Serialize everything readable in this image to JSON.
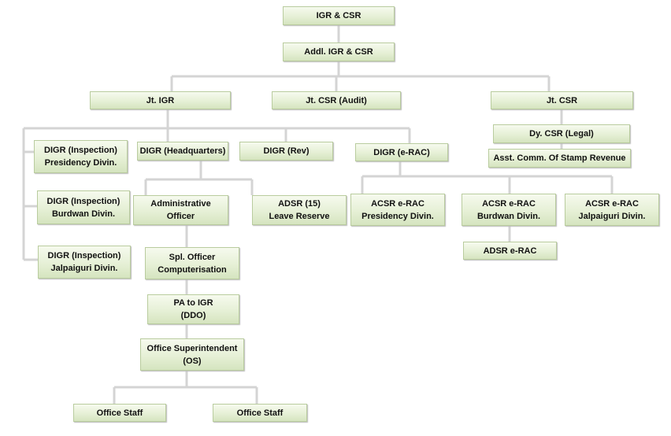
{
  "chart": {
    "nodes": {
      "igr_csr": "IGR & CSR",
      "addl_igr_csr": "Addl. IGR & CSR",
      "jt_igr": "Jt. IGR",
      "jt_csr_audit": "Jt. CSR (Audit)",
      "jt_csr": "Jt. CSR",
      "dy_csr_legal": "Dy. CSR (Legal)",
      "asst_comm_stamp": "Asst. Comm. Of Stamp Revenue",
      "digr_presidency": "DIGR (Inspection)\nPresidency Divin.",
      "digr_burdwan": "DIGR (Inspection)\nBurdwan Divin.",
      "digr_jalpaiguri": "DIGR (Inspection)\nJalpaiguri Divin.",
      "digr_hq": "DIGR (Headquarters)",
      "digr_rev": "DIGR (Rev)",
      "digr_erac": "DIGR (e-RAC)",
      "admin_officer": "Administrative\nOfficer",
      "adsr_leave": "ADSR (15)\nLeave Reserve",
      "spl_officer": "Spl. Officer\nComputerisation",
      "pa_igr": "PA to IGR\n(DDO)",
      "office_supt": "Office Superintendent\n(OS)",
      "office_staff_1": "Office Staff",
      "office_staff_2": "Office Staff",
      "acsr_presidency": "ACSR e-RAC\nPresidency Divin.",
      "acsr_burdwan": "ACSR e-RAC\nBurdwan Divin.",
      "acsr_jalpaiguri": "ACSR e-RAC\nJalpaiguri Divin.",
      "adsr_erac": "ADSR e-RAC"
    },
    "colors": {
      "box_fill": "#e6f0d6",
      "box_border": "#b9cc9e",
      "connector": "#d4d4d4"
    }
  }
}
